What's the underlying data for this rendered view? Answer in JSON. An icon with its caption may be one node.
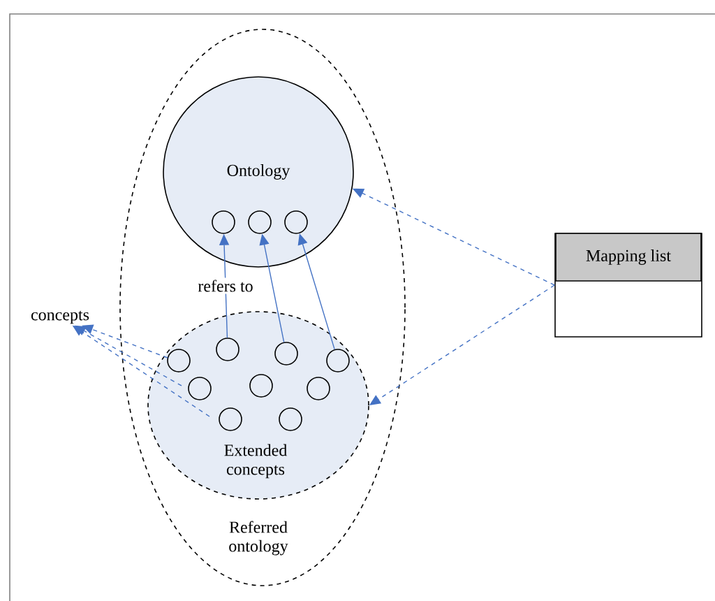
{
  "diagram": {
    "nodes": [
      {
        "text": [
          "Referred ontology"
        ]
      },
      {
        "text": [
          "Ontology"
        ],
        "in": 0
      },
      {
        "text": [],
        "shape": "circle",
        "in": 1
      },
      {
        "text": [],
        "shape": "circle",
        "in": 1
      },
      {
        "text": [],
        "shape": "circle",
        "in": 1
      },
      {
        "text": [
          "Extended concepts"
        ],
        "in": 0
      },
      {
        "text": [],
        "shape": "circle",
        "in": 5
      },
      {
        "text": [],
        "shape": "circle",
        "in": 5
      },
      {
        "text": [],
        "shape": "circle",
        "in": 5
      },
      {
        "text": [],
        "shape": "circle",
        "in": 5
      },
      {
        "text": [],
        "shape": "circle",
        "in": 5
      },
      {
        "text": [],
        "shape": "circle",
        "in": 5
      },
      {
        "text": [],
        "shape": "circle",
        "in": 5
      },
      {
        "text": [],
        "shape": "circle",
        "in": 5
      },
      {
        "text": [],
        "shape": "circle",
        "in": 5
      },
      {
        "text": [
          "concepts"
        ]
      },
      {
        "text": [
          "Mapping list"
        ]
      }
    ],
    "edges": [
      {
        "from": 7,
        "to": 2,
        "arrow": "to",
        "label": "refers to"
      },
      {
        "from": 8,
        "to": 3,
        "arrow": "to"
      },
      {
        "from": 9,
        "to": 4,
        "arrow": "to"
      },
      {
        "from": 6,
        "to": 15,
        "arrow": "to",
        "style": "dashed"
      },
      {
        "from": 10,
        "to": 15,
        "arrow": "to",
        "style": "dashed"
      },
      {
        "from": 13,
        "to": 15,
        "arrow": "to",
        "style": "dashed"
      },
      {
        "from": 16,
        "to": 1,
        "arrow": "to",
        "style": "dashed"
      },
      {
        "from": 16,
        "to": 5,
        "arrow": "to",
        "style": "dashed"
      }
    ]
  }
}
